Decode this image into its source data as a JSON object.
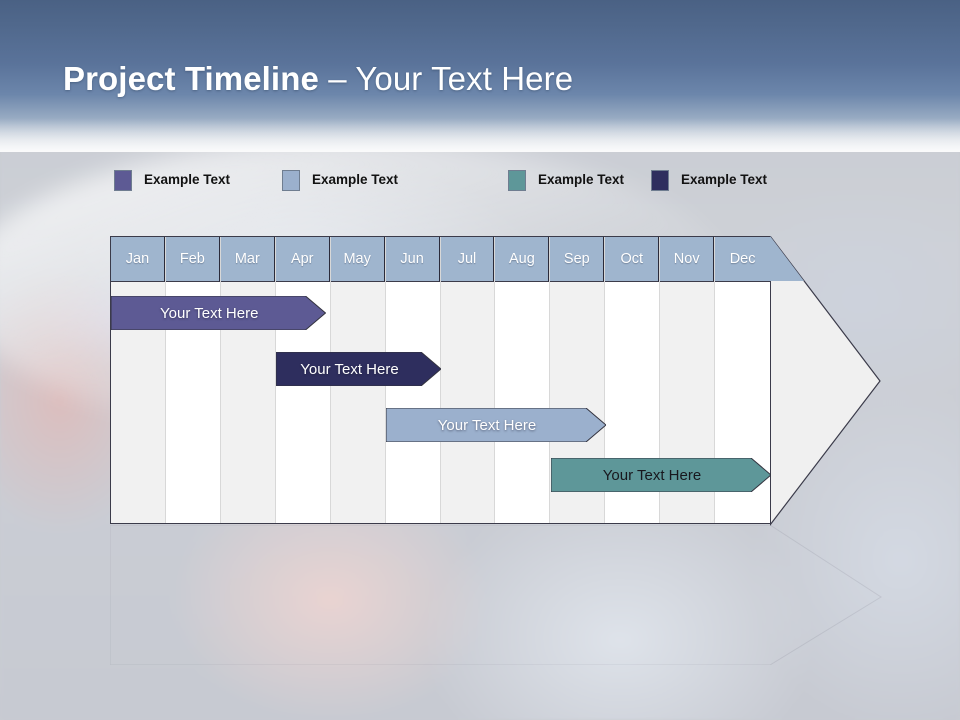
{
  "slide": {
    "title_bold": "Project Timeline",
    "title_rest": " – Your Text Here"
  },
  "legend": {
    "items": [
      {
        "label": "Example Text",
        "color": "#5d5a94"
      },
      {
        "label": "Example Text",
        "color": "#9bb0cd"
      },
      {
        "label": "Example Text",
        "color": "#5e9799"
      },
      {
        "label": "Example Text",
        "color": "#2e2e5e"
      }
    ]
  },
  "chart_data": {
    "type": "bar",
    "title": "Project Timeline – Your Text Here",
    "xlabel": "",
    "ylabel": "",
    "categories": [
      "Jan",
      "Feb",
      "Mar",
      "Apr",
      "May",
      "Jun",
      "Jul",
      "Aug",
      "Sep",
      "Oct",
      "Nov",
      "Dec"
    ],
    "header_color": "#9fb5ce",
    "series": [
      {
        "name": "Example Text",
        "label": "Your  Text Here",
        "color": "#5d5a94",
        "text_color": "#ffffff",
        "start_month": "Jan",
        "end_month": "Apr",
        "start_index": 0,
        "span": 3.9
      },
      {
        "name": "Example Text",
        "label": "Your  Text Here",
        "color": "#2e2e5e",
        "text_color": "#ffffff",
        "start_month": "Apr",
        "end_month": "Jun",
        "start_index": 3,
        "span": 3.0
      },
      {
        "name": "Example Text",
        "label": "Your  Text Here",
        "color": "#9bb0cd",
        "text_color": "#ffffff",
        "start_month": "Jun",
        "end_month": "Sep",
        "start_index": 5,
        "span": 4.0
      },
      {
        "name": "Example Text",
        "label": "Your  Text Here",
        "color": "#5e9799",
        "text_color": "#18181e",
        "start_month": "Sep",
        "end_month": "Dec",
        "start_index": 8,
        "span": 4.0
      }
    ]
  }
}
